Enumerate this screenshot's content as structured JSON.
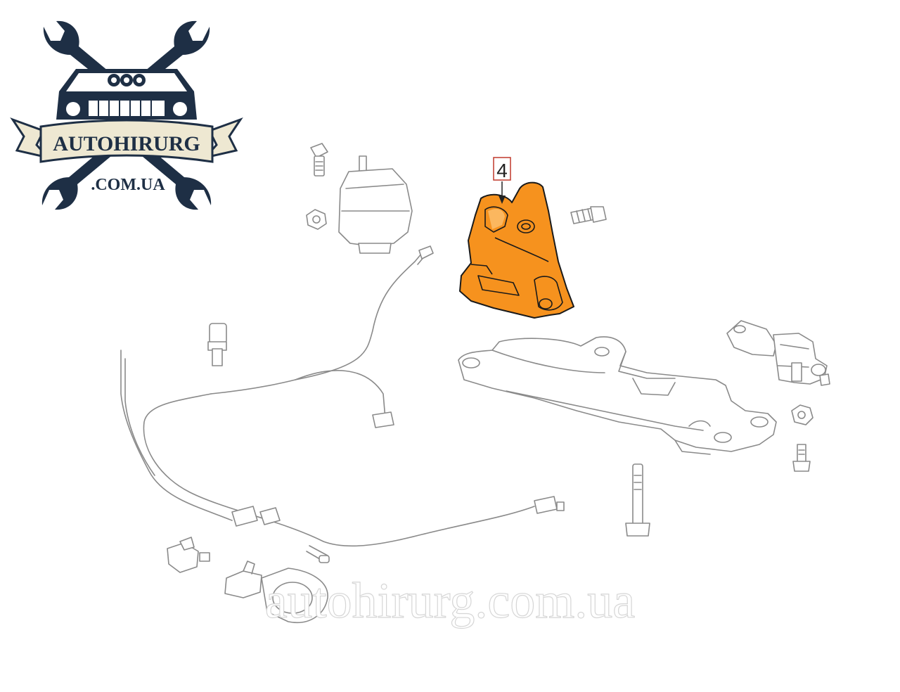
{
  "logo": {
    "brand": "AUTOHIRURG",
    "domain": ".COM.UA",
    "colors": {
      "dark": "#1e2f45",
      "ribbon": "#eee8d2"
    }
  },
  "callout": {
    "number": "4",
    "box_color": "#c0392b"
  },
  "highlight": {
    "part": "engine-mount-bracket",
    "color": "#f6921e"
  },
  "watermark": {
    "text": "autohirurg.com.ua"
  }
}
